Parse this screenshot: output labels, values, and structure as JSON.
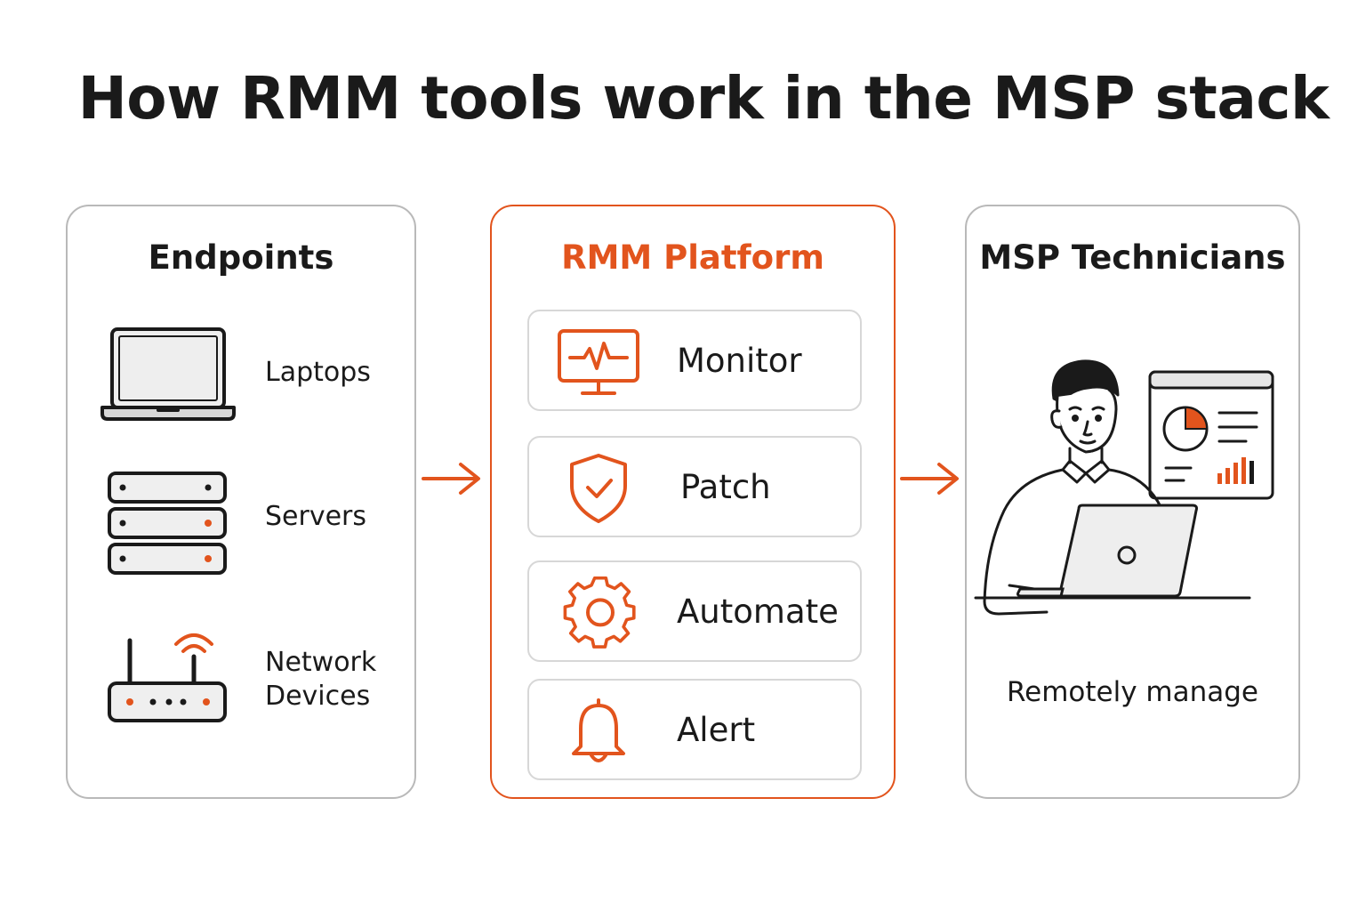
{
  "title": "How RMM tools work in the MSP stack",
  "colors": {
    "accent": "#e2541d",
    "border": "#b9b9b9",
    "text": "#1a1a1a"
  },
  "endpoints": {
    "title": "Endpoints",
    "items": [
      {
        "label": "Laptops",
        "icon": "laptop-icon"
      },
      {
        "label": "Servers",
        "icon": "server-stack-icon"
      },
      {
        "label": "Network\nDevices",
        "icon": "router-icon"
      }
    ]
  },
  "platform": {
    "title": "RMM Platform",
    "items": [
      {
        "label": "Monitor",
        "icon": "monitor-pulse-icon"
      },
      {
        "label": "Patch",
        "icon": "shield-check-icon"
      },
      {
        "label": "Automate",
        "icon": "gear-icon"
      },
      {
        "label": "Alert",
        "icon": "bell-icon"
      }
    ]
  },
  "technicians": {
    "title": "MSP Technicians",
    "caption": "Remotely manage"
  }
}
